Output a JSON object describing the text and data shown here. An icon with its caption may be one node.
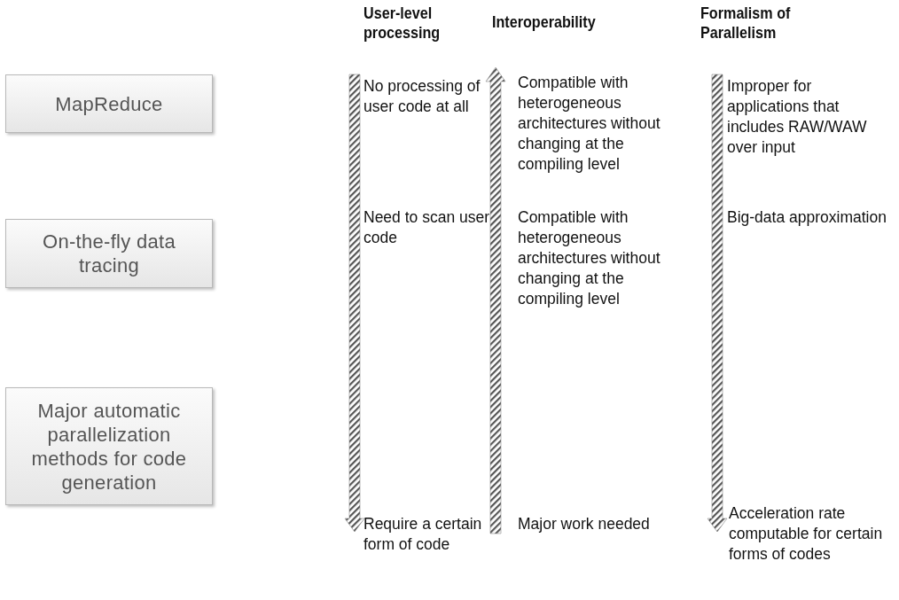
{
  "diagram": {
    "nodes": [
      {
        "text": [
          "MapReduce"
        ]
      },
      {
        "text": [
          "On-the-fly data tracing"
        ]
      },
      {
        "text": [
          "Major automatic parallelization methods for code generation"
        ]
      }
    ],
    "edges": [],
    "labels": [
      "User-level processing",
      "Interoperability",
      "Formalism of Parallelism",
      "No processing of user code at all",
      "Compatible with heterogeneous architectures without changing at the compiling level",
      "Improper for applications that includes RAW/WAW over input",
      "Need to scan user code",
      "Compatible with heterogeneous architectures without changing at the compiling level",
      "Big-data approximation",
      "Require a certain form of code",
      "Major work needed",
      "Acceleration rate computable for certain forms of codes"
    ]
  }
}
